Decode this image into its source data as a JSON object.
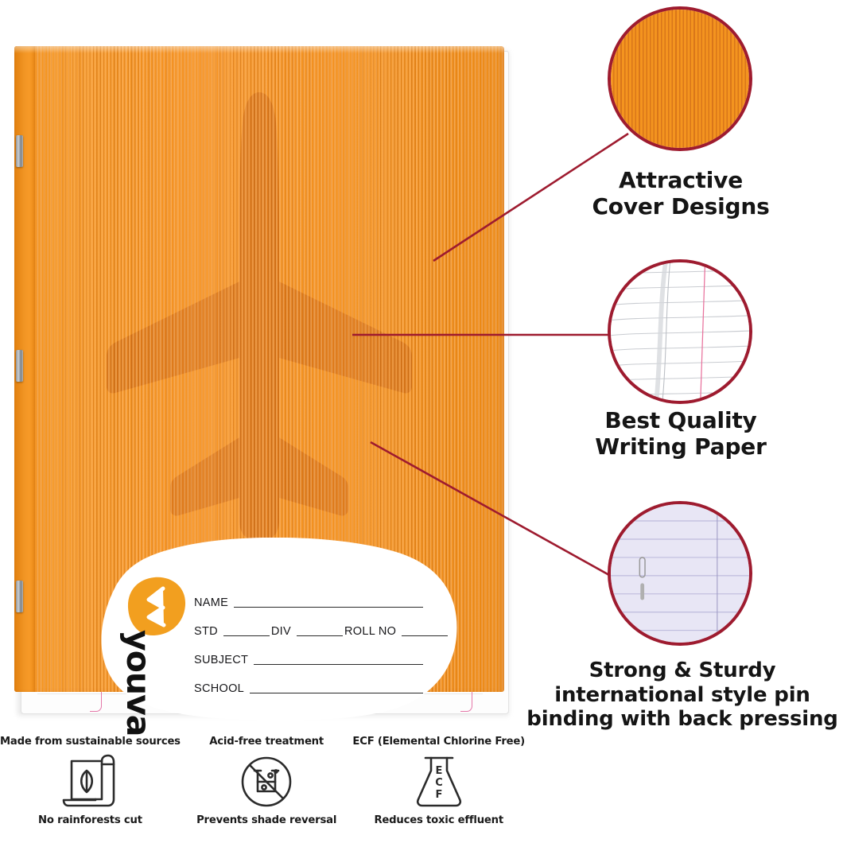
{
  "product": {
    "cover_color": "#f4941f",
    "accent_color": "#9e1b2f",
    "cover_motif": "airplane-silhouette"
  },
  "label": {
    "brand": "youva",
    "fields": [
      {
        "name": "name",
        "label": "NAME",
        "value": ""
      },
      {
        "name": "std",
        "label": "STD",
        "value": ""
      },
      {
        "name": "div",
        "label": "DIV",
        "value": ""
      },
      {
        "name": "roll_no",
        "label": "ROLL NO",
        "value": ""
      },
      {
        "name": "subject",
        "label": "SUBJECT",
        "value": ""
      },
      {
        "name": "school",
        "label": "SCHOOL",
        "value": ""
      }
    ]
  },
  "callouts": [
    {
      "id": "attractive-cover-designs",
      "line1": "Attractive",
      "line2": "Cover Designs",
      "line3": "",
      "magnifier": "orange-ribbed-cover-texture"
    },
    {
      "id": "best-quality-writing-paper",
      "line1": "Best Quality",
      "line2": "Writing Paper",
      "line3": "",
      "magnifier": "ruled-paper-pages"
    },
    {
      "id": "strong-sturdy-pin-binding",
      "line1": "Strong & Sturdy",
      "line2": "international style pin",
      "line3": "binding with back pressing",
      "magnifier": "pin-binding-staples"
    }
  ],
  "footer_badges": [
    {
      "id": "sustainable-sources",
      "top": "Made from sustainable sources",
      "bottom": "No rainforests cut",
      "icon": "scroll-leaf-icon"
    },
    {
      "id": "acid-free",
      "top": "Acid-free treatment",
      "bottom": "Prevents shade reversal",
      "icon": "no-acid-beaker-icon"
    },
    {
      "id": "ecf",
      "top": "ECF (Elemental Chlorine Free)",
      "bottom": "Reduces toxic effluent",
      "icon": "ecf-flask-icon",
      "flask_text": [
        "E",
        "C",
        "F"
      ]
    }
  ]
}
